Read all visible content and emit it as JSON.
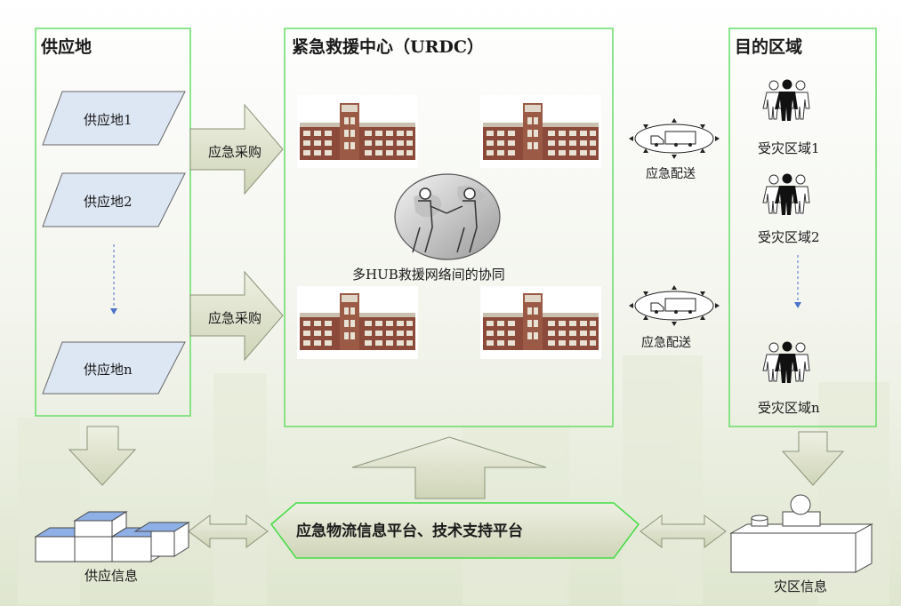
{
  "supply": {
    "title": "供应地",
    "nodes": [
      "供应地1",
      "供应地2",
      "供应地n"
    ]
  },
  "center": {
    "title": "紧急救援中心（URDC）",
    "hub_label": "多HUB救援网络间的协同"
  },
  "destination": {
    "title": "目的区域",
    "nodes": [
      "受灾区域1",
      "受灾区域2",
      "受灾区域n"
    ]
  },
  "flows": {
    "procurement": [
      "应急采购",
      "应急采购"
    ],
    "delivery": [
      "应急配送",
      "应急配送"
    ]
  },
  "platform": {
    "label": "应急物流信息平台、技术支持平台"
  },
  "info": {
    "supply": "供应信息",
    "disaster": "灾区信息"
  },
  "colors": {
    "frame": "#66dd66",
    "arrow_fill": "#dfe3cc",
    "arrow_stroke": "#8a9478",
    "parallelogram": "#dde6f3",
    "building": "#8c4a3a"
  }
}
